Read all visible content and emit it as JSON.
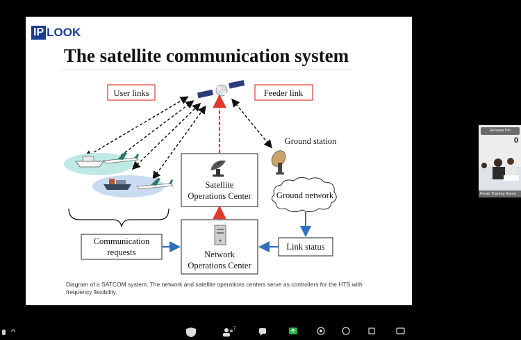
{
  "slide": {
    "logo": {
      "mark": "IP",
      "rest": "LOOK"
    },
    "title": "The satellite communication system",
    "caption": "Diagram of a SATCOM system. The network and satellite operations centers serve as controllers for the HTS with frequency flexibility.",
    "diagram": {
      "user_links": "User links",
      "feeder_link": "Feeder link",
      "ground_station": "Ground station",
      "ground_network": "Ground network",
      "satellite_ops": [
        "Satellite",
        "Operations Center"
      ],
      "network_ops": [
        "Network",
        "Operations Center"
      ],
      "comm_requests": [
        "Communication",
        "requests"
      ],
      "link_status": "Link status"
    }
  },
  "video_tile": {
    "remove_pin": "Remove Pin",
    "count": "0",
    "name": "Ferab Training Room"
  },
  "toolbar": {
    "participants_count": "7"
  },
  "colors": {
    "red": "#e03a2f",
    "blue": "#2e6fbf",
    "logo": "#1f3a93"
  }
}
